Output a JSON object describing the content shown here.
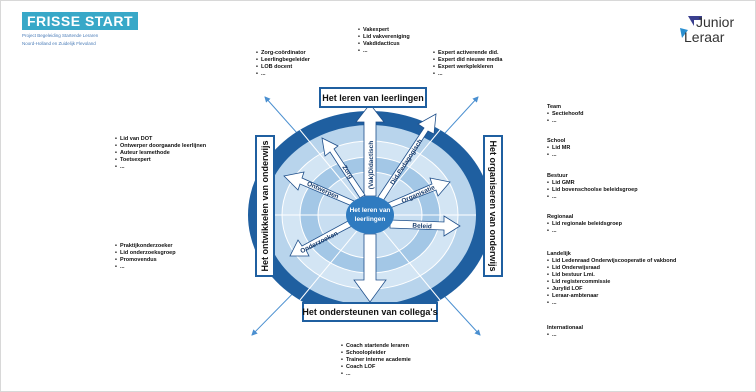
{
  "logos": {
    "left_title": "FRISSE START",
    "left_sub1": "Project Begeleiding Startende Leraren",
    "left_sub2": "Noord-Holland en Zuidelijk Flevoland",
    "right_line1": "Junior",
    "right_line2": "Leraar"
  },
  "diagram": {
    "center": [
      "Het leren van",
      "leerlingen"
    ],
    "box_top": "Het leren van leerlingen",
    "box_bottom": "Het ondersteunen van collega's",
    "box_left": "Het ontwikkelen van onderwijs",
    "box_right": "Het organiseren van onderwijs",
    "spokes": {
      "zorg": "Zorg",
      "vakdidactisch": "(Vak)Didactisch",
      "didpedagogisch": "Did-Pedagogisch",
      "ontwerpen": "Ontwerpen",
      "organisatie": "Organisatie",
      "onderzoeken": "Onderzoeken",
      "beleid": "Beleid"
    },
    "colors": {
      "outer": "#1f5fa0",
      "ring1": "#b8d4ec",
      "ring2": "#d3e5f4",
      "ring3": "#a3c7e6",
      "ring4": "#c8def1",
      "center": "#2f7bc0",
      "box_border": "#1f5fa0"
    }
  },
  "lists": {
    "top_center": [
      "Vakexpert",
      "Lid vakvereniging",
      "Vakdidacticus",
      "..."
    ],
    "top_left": [
      "Zorg-coördinator",
      "Leerlingbegeleider",
      "LOB docent",
      "..."
    ],
    "top_right": [
      "Expert activerende did.",
      "Expert did nieuwe media",
      "Expert werkplekleren",
      "..."
    ],
    "left_upper": [
      "Lid van DOT",
      "Ontwerper doorgaande leerlijnen",
      "Auteur lesmethode",
      "Toetsexpert",
      "..."
    ],
    "left_lower": [
      "Praktijkonderzoeker",
      "Lid onderzoeksgroep",
      "Promovendus",
      "..."
    ],
    "bottom": [
      "Coach startende leraren",
      "Schoolopleider",
      "Trainer interne academie",
      "Coach LOF",
      "..."
    ],
    "team": {
      "title": "Team",
      "items": [
        "Sectiehoofd",
        "..."
      ]
    },
    "school": {
      "title": "School",
      "items": [
        "Lid MR",
        "..."
      ]
    },
    "bestuur": {
      "title": "Bestuur",
      "items": [
        "Lid GMR",
        "Lid bovenschoolse beleidsgroep",
        "..."
      ]
    },
    "regionaal": {
      "title": "Regionaal",
      "items": [
        "Lid regionale beleidsgroep",
        "..."
      ]
    },
    "landelijk": {
      "title": "Landelijk",
      "items": [
        "Lid Ledenraad Onderwijscooperatie of vakbond",
        "Lid Onderwijsraad",
        "Lid bestuur Lmi.",
        "Lid registercommissie",
        "Jurylid LOF",
        "Leraar-ambtenaar",
        "..."
      ]
    },
    "internationaal": {
      "title": "Internationaal",
      "items": [
        "..."
      ]
    }
  }
}
